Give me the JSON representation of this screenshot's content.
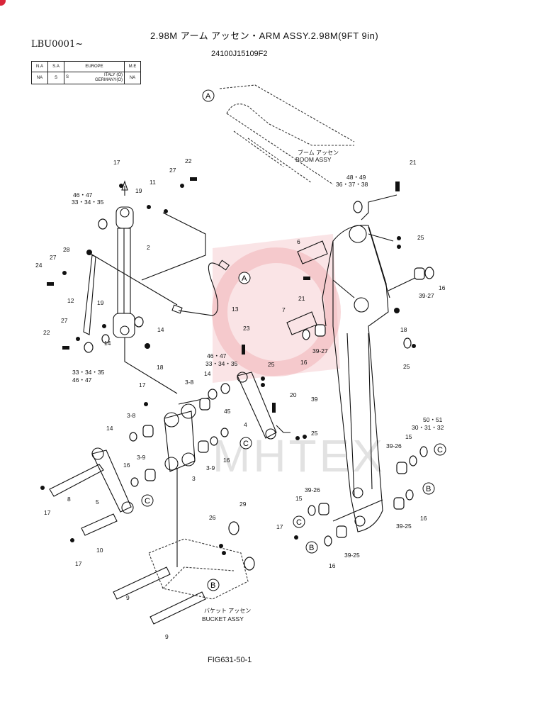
{
  "header": {
    "title": "2.98M アーム アッセン・ARM ASSY.2.98M(9FT 9in)",
    "serial": "LBU0001~",
    "part_number": "24100J15109F2"
  },
  "spec_table": {
    "headers": [
      "N.A",
      "S.A",
      "EUROPE",
      "M.E"
    ],
    "row": [
      "NA",
      "S",
      "S",
      "NA"
    ],
    "europe_detail": [
      "ITALY (O)",
      "GERMANY(O)"
    ]
  },
  "figure_id": "FIG631-50-1",
  "watermark": "MHTEX",
  "assembly_labels": {
    "boom_jp": "ブーム アッセン",
    "boom_en": "BOOM ASSY",
    "bucket_jp": "バケット アッセン",
    "bucket_en": "BUCKET ASSY"
  },
  "callouts": {
    "c17a": "17",
    "c22a": "22",
    "c27a": "27",
    "c11": "11",
    "c19a": "19",
    "c4647a": "46・47",
    "c333435a": "33・34・35",
    "c2": "2",
    "c28": "28",
    "c27b": "27",
    "c24": "24",
    "c12": "12",
    "c19b": "19",
    "c13": "13",
    "c14a": "14",
    "c18a": "18",
    "c22b": "22",
    "c27c": "27",
    "c14b": "14",
    "c333435b": "33・34・35",
    "c4647b": "46・47",
    "c23": "23",
    "c4647c": "46・47",
    "c333435c": "33・34・35",
    "c25a": "25",
    "c38a": "3-8",
    "c14c": "14",
    "c17b": "17",
    "c20": "20",
    "c45": "45",
    "c4": "4",
    "c38b": "3-8",
    "c14d": "14",
    "c25b": "25",
    "c39a": "3-9",
    "c16a": "16",
    "c39b": "3-9",
    "c3": "3",
    "c16b": "16",
    "c17c": "17",
    "c8": "8",
    "c5": "5",
    "c10": "10",
    "c17d": "17",
    "c26": "26",
    "c29": "29",
    "c9a": "9",
    "c9b": "9",
    "c4849": "48・49",
    "c363738": "36・37・38",
    "c21a": "21",
    "c25c": "25",
    "c6": "6",
    "c21b": "21",
    "c3927a": "39-27",
    "c16c": "16",
    "c7": "7",
    "c18b": "18",
    "c3927b": "39-27",
    "c16d": "16",
    "c25d": "25",
    "c39": "39",
    "c5051": "50・51",
    "c303132": "30・31・32",
    "c15a": "15",
    "c3926a": "39-26",
    "c3926b": "39-26",
    "c15b": "15",
    "c17e": "17",
    "c16e": "16",
    "c3925a": "39-25",
    "c16f": "16",
    "c3925b": "39-25"
  },
  "connectors": {
    "A": "A",
    "B": "B",
    "C": "C"
  }
}
